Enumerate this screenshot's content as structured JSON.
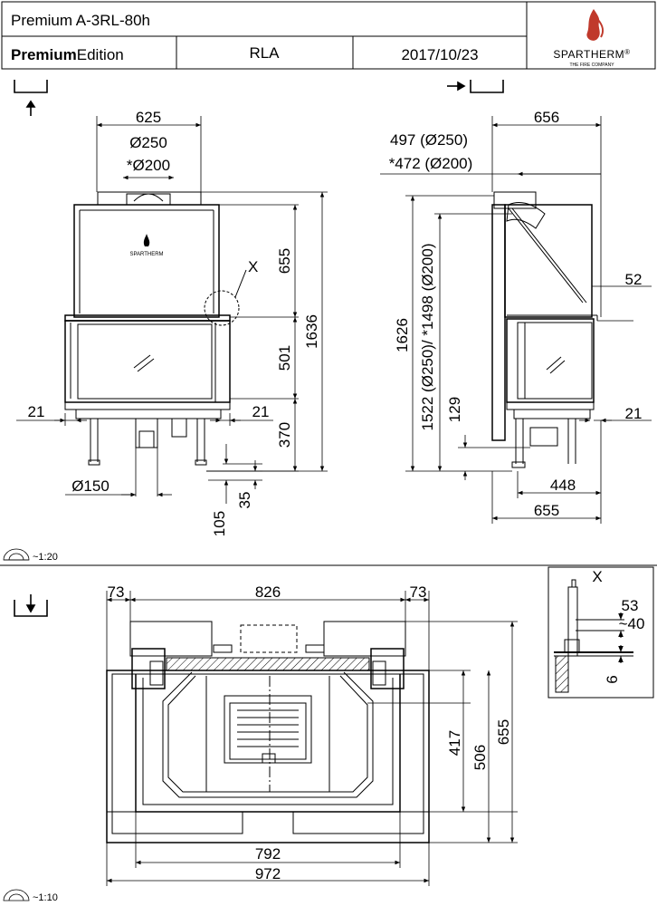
{
  "header": {
    "model": "Premium A-3RL-80h",
    "edition_bold": "Premium",
    "edition_rest": "Edition",
    "variant": "RLA",
    "date": "2017/10/23",
    "brand": "SPARTHERM",
    "brand_reg": "®",
    "tagline": "THE FIRE COMPANY"
  },
  "colors": {
    "logo_flame": "#c0392b",
    "line": "#000000",
    "dim": "#444444"
  },
  "front": {
    "width_625": "625",
    "flue_250": "Ø250",
    "flue_200": "*Ø200",
    "detail_x": "X",
    "h_655": "655",
    "h_501": "501",
    "h_370": "370",
    "h_1636": "1636",
    "side_21_l": "21",
    "side_21_r": "21",
    "air_150": "Ø150",
    "foot_35": "35",
    "foot_105": "105",
    "logo_text": "SPARTHERM"
  },
  "side": {
    "depth_656": "656",
    "flue_pos_250": "497 (Ø250)",
    "flue_pos_200": "*472 (Ø200)",
    "h_1626": "1626",
    "h_flue": "1522 (Ø250)/ *1498 (Ø200)",
    "h_129": "129",
    "d_52": "52",
    "d_21": "21",
    "d_448": "448",
    "d_655": "655"
  },
  "scale_top": "~1:20",
  "plan": {
    "w_73_l": "73",
    "w_826": "826",
    "w_73_r": "73",
    "d_417": "417",
    "d_506": "506",
    "d_655": "655",
    "w_792": "792",
    "w_972": "972"
  },
  "detail": {
    "title": "X",
    "d_53": "53",
    "d_40": "~40",
    "d_6": "6"
  },
  "scale_bottom": "~1:10"
}
